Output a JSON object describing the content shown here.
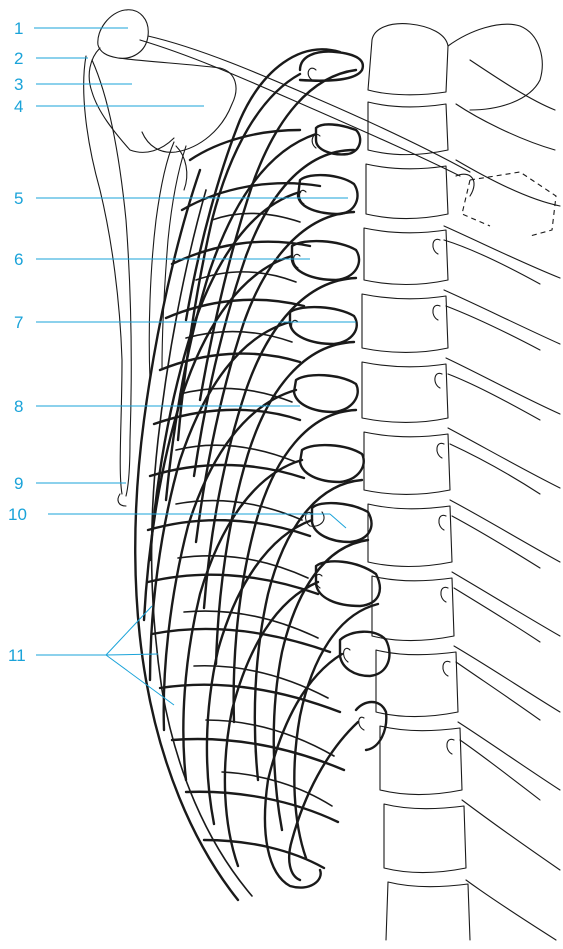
{
  "figure": {
    "colors": {
      "label": "#1aa3d9",
      "line": "#1a1a1a",
      "background": "#ffffff"
    },
    "labels": [
      {
        "id": "1",
        "text": "1"
      },
      {
        "id": "2",
        "text": "2"
      },
      {
        "id": "3",
        "text": "3"
      },
      {
        "id": "4",
        "text": "4"
      },
      {
        "id": "5",
        "text": "5"
      },
      {
        "id": "6",
        "text": "6"
      },
      {
        "id": "7",
        "text": "7"
      },
      {
        "id": "8",
        "text": "8"
      },
      {
        "id": "9",
        "text": "9"
      },
      {
        "id": "10",
        "text": "10"
      },
      {
        "id": "11",
        "text": "11"
      }
    ]
  }
}
